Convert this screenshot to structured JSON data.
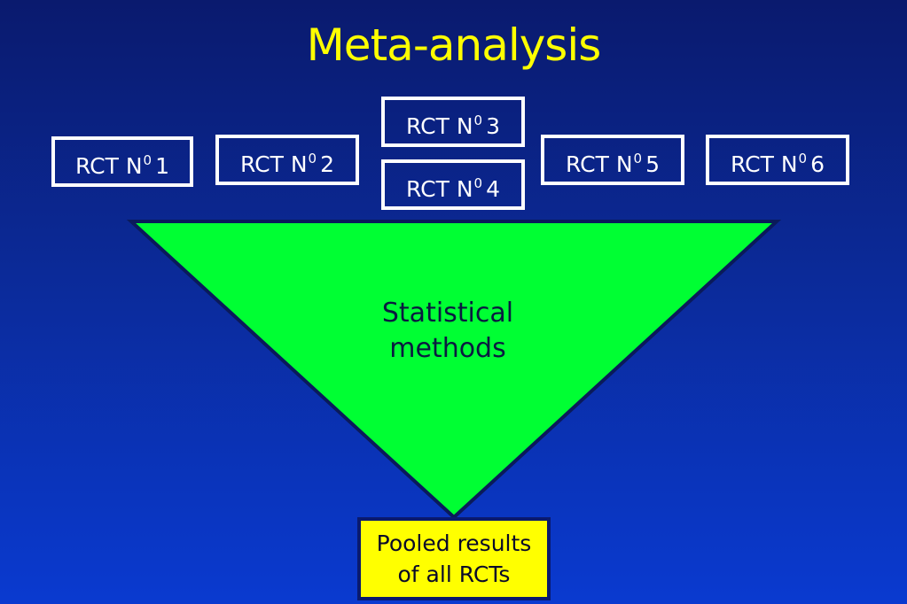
{
  "title": "Meta-analysis",
  "trials": [
    {
      "prefix": "RCT N",
      "sup": "0",
      "num": "1"
    },
    {
      "prefix": "RCT N",
      "sup": "0",
      "num": "2"
    },
    {
      "prefix": "RCT N",
      "sup": "0",
      "num": "3"
    },
    {
      "prefix": "RCT N",
      "sup": "0",
      "num": "4"
    },
    {
      "prefix": "RCT N",
      "sup": "0",
      "num": "5"
    },
    {
      "prefix": "RCT N",
      "sup": "0",
      "num": "6"
    }
  ],
  "funnel": {
    "line1": "Statistical",
    "line2": "methods"
  },
  "result": {
    "line1": "Pooled results",
    "line2": "of all RCTs"
  },
  "colors": {
    "background": "#0b2a98",
    "title": "#ffff00",
    "funnel": "#00ff33",
    "result_box": "#ffff00",
    "trial_border": "#ffffff"
  }
}
